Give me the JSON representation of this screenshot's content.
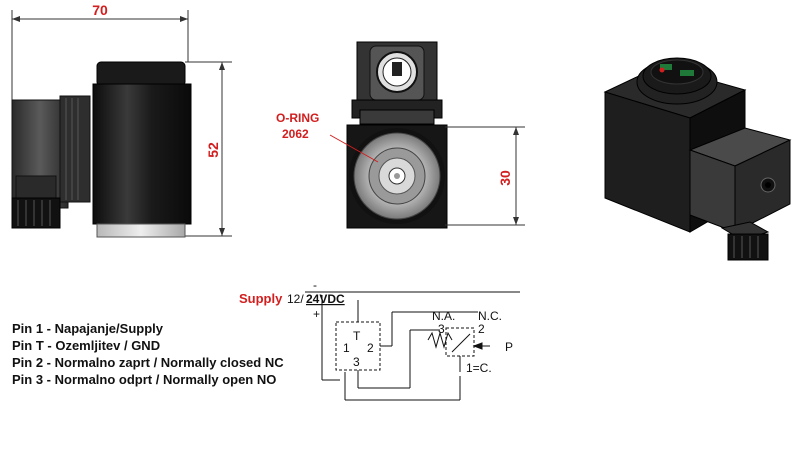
{
  "dimensions": {
    "width": "70",
    "height": "52",
    "face": "30"
  },
  "oring": {
    "line1": "O-RING",
    "line2": "2062"
  },
  "schematic": {
    "supply_label": "Supply",
    "supply_voltage_prefix": "12/",
    "supply_voltage": "24VDC",
    "minus": "-",
    "plus": "+",
    "terminal_T": "T",
    "terminal_1": "1",
    "terminal_2": "2",
    "terminal_3": "3",
    "na": "N.A.",
    "nc": "N.C.",
    "switch_2": "2",
    "switch_3": "3",
    "switch_c": "1=C.",
    "pressure": "P"
  },
  "pin_legend": [
    "Pin 1 - Napajanje/Supply",
    "Pin T - Ozemljitev / GND",
    "Pin 2 - Normalno zaprt / Normally closed NC",
    "Pin 3 - Normalno odprt / Normally open NO"
  ],
  "colors": {
    "dimension": "#d21e1e",
    "body": "#1c1c1c",
    "connector": "#3a3a3a"
  }
}
